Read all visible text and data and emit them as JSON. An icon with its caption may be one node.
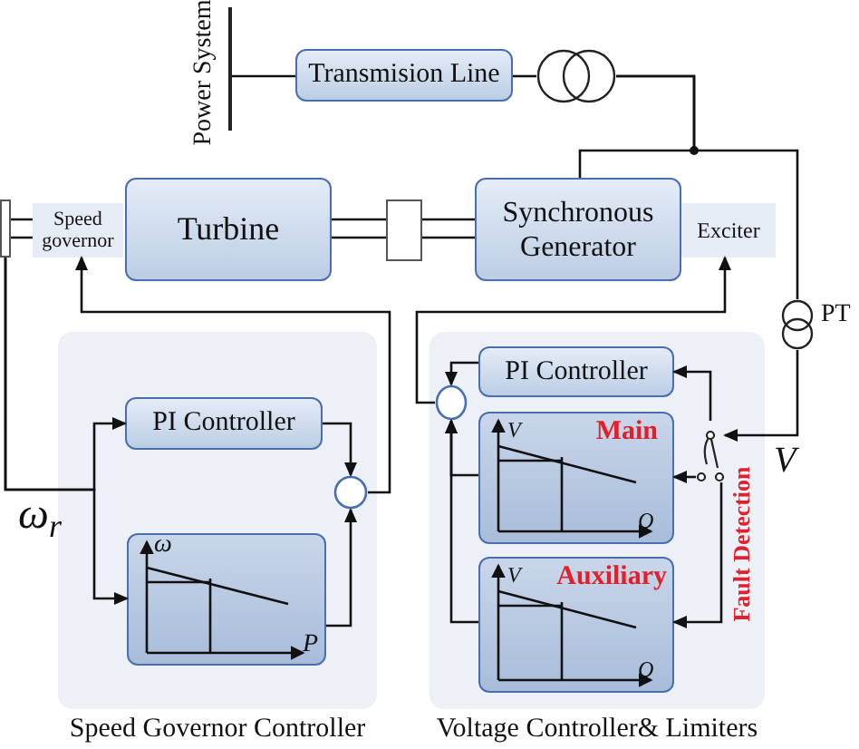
{
  "diagram": {
    "nodes": [
      {
        "text": [
          "Power System"
        ]
      },
      {
        "text": [
          "Transmision Line"
        ]
      },
      {
        "text": [],
        "shape": "transformer"
      },
      {
        "text": [],
        "shape": "box"
      },
      {
        "text": [
          "Speed governor"
        ]
      },
      {
        "text": [
          "Turbine"
        ]
      },
      {
        "text": [],
        "shape": "box"
      },
      {
        "text": [
          "Synchronous Generator"
        ]
      },
      {
        "text": [
          "Exciter"
        ]
      },
      {
        "text": [],
        "shape": "transformer",
        "beside": [
          "PT"
        ]
      },
      {
        "text": [
          "Speed Governor Controller"
        ]
      },
      {
        "text": [
          "PI Controller"
        ],
        "in": 10
      },
      {
        "text": [],
        "shape": "circle",
        "in": 10
      },
      {
        "text": [
          "ω",
          "P"
        ],
        "in": 10
      },
      {
        "text": [
          "Voltage Controller& Limiters"
        ]
      },
      {
        "text": [
          "PI Controller"
        ],
        "in": 14
      },
      {
        "text": [],
        "shape": "circle",
        "in": 14
      },
      {
        "text": [
          "V",
          "Main",
          "Q"
        ],
        "in": 14
      },
      {
        "text": [
          "V",
          "Auxiliary",
          "Q"
        ],
        "in": 14
      },
      {
        "text": [],
        "shape": "switch",
        "in": 14
      }
    ],
    "edges": [
      {
        "from": 0,
        "to": 1,
        "arrow": "none"
      },
      {
        "from": 1,
        "to": 2,
        "arrow": "none"
      },
      {
        "from": 2,
        "to": 7,
        "arrow": "none"
      },
      {
        "from": 2,
        "to": 9,
        "arrow": "none"
      },
      {
        "from": 3,
        "to": 4,
        "arrow": "none"
      },
      {
        "from": 5,
        "to": 6,
        "arrow": "none"
      },
      {
        "from": 6,
        "to": 7,
        "arrow": "none"
      },
      {
        "from": 3,
        "to": 11,
        "arrow": "to"
      },
      {
        "from": 3,
        "to": 13,
        "arrow": "to"
      },
      {
        "from": 11,
        "to": 12,
        "arrow": "to"
      },
      {
        "from": 13,
        "to": 12,
        "arrow": "to"
      },
      {
        "from": 12,
        "to": 4,
        "arrow": "to"
      },
      {
        "from": 16,
        "to": 8,
        "arrow": "to"
      },
      {
        "from": 9,
        "to": 19,
        "arrow": "to"
      },
      {
        "from": 19,
        "to": 15,
        "arrow": "to"
      },
      {
        "from": 19,
        "to": 17,
        "arrow": "to"
      },
      {
        "from": 19,
        "to": 18,
        "arrow": "to"
      },
      {
        "from": 15,
        "to": 16,
        "arrow": "to"
      },
      {
        "from": 17,
        "to": 16,
        "arrow": "to"
      },
      {
        "from": 18,
        "to": 16,
        "arrow": "to"
      }
    ],
    "labels": [
      "ω$_{r}$",
      "V",
      "Fault Detection"
    ]
  }
}
